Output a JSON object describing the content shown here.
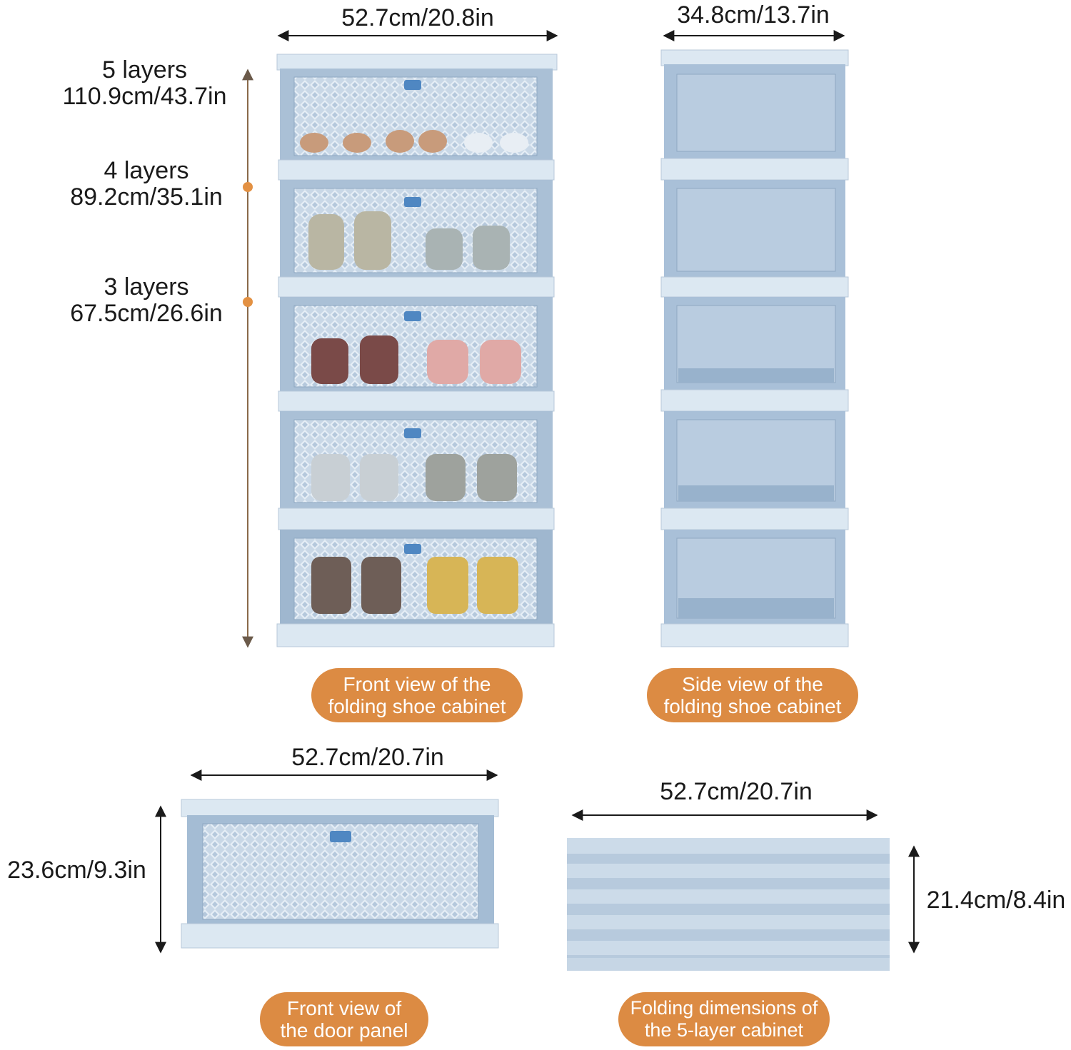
{
  "front_view": {
    "width_label": "52.7cm/20.8in",
    "height_labels": [
      {
        "layers": "5 layers",
        "size": "110.9cm/43.7in"
      },
      {
        "layers": "4 layers",
        "size": "89.2cm/35.1in"
      },
      {
        "layers": "3 layers",
        "size": "67.5cm/26.6in"
      }
    ],
    "caption": [
      "Front view of the",
      "folding shoe cabinet"
    ]
  },
  "side_view": {
    "width_label": "34.8cm/13.7in",
    "caption": [
      "Side view of the",
      "folding shoe cabinet"
    ]
  },
  "door_panel": {
    "width_label": "52.7cm/20.7in",
    "height_label": "23.6cm/9.3in",
    "caption": [
      "Front view of",
      "the door panel"
    ]
  },
  "folded": {
    "width_label": "52.7cm/20.7in",
    "height_label": "21.4cm/8.4in",
    "caption": [
      "Folding dimensions of",
      "the 5-layer cabinet"
    ]
  },
  "colors": {
    "cabinet_frame": "#d9e6f1",
    "cabinet_glass": "#b9cce0",
    "handle": "#4f87c2",
    "marker": "#e39143",
    "dimension_line": "#1a1a1a",
    "caption_pill": "#dc8b43"
  }
}
